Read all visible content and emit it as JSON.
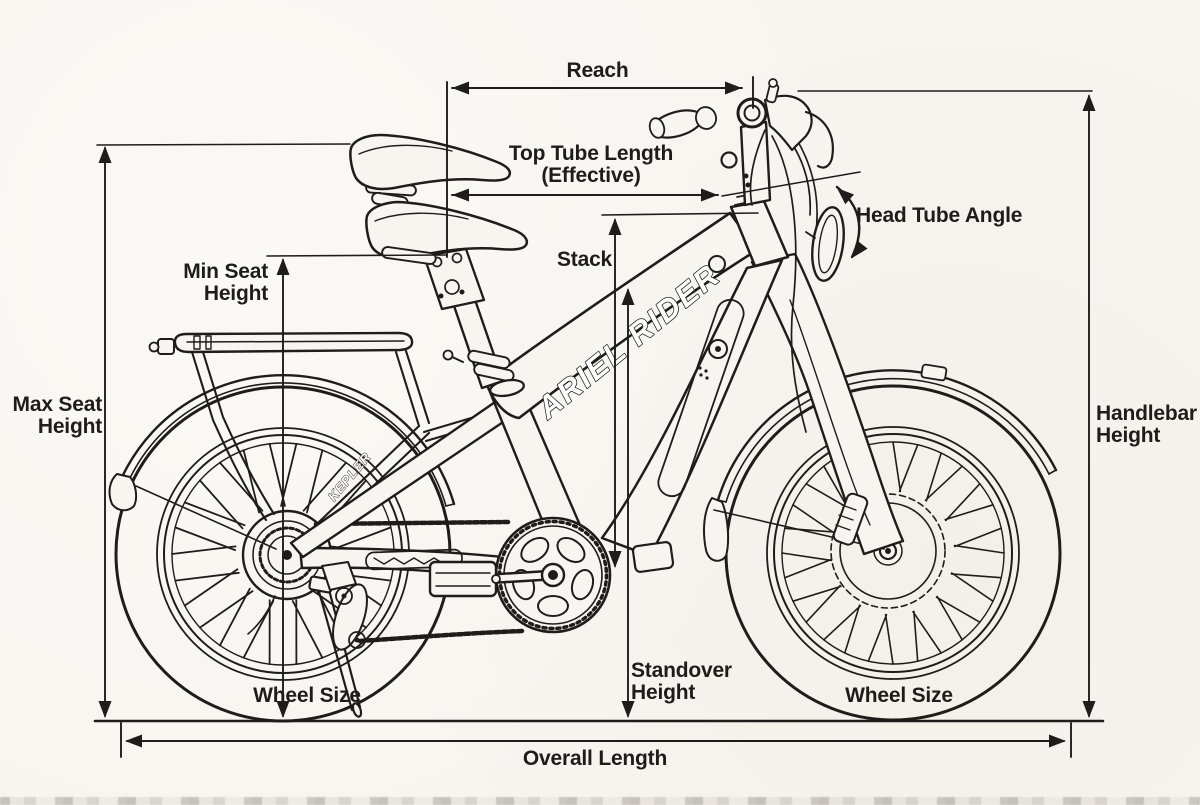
{
  "diagram": {
    "type": "bicycle-geometry-diagram",
    "frame_brand_text": "ARIEL RIDER",
    "seatstay_model_text": "KEPLER",
    "colors": {
      "ink": "#1f1d1b",
      "paper": "#f7f5f0"
    },
    "measurements": {
      "reach": "Reach",
      "top_tube_line1": "Top Tube Length",
      "top_tube_line2": "(Effective)",
      "head_tube_angle": "Head Tube Angle",
      "stack": "Stack",
      "min_seat_line1": "Min Seat",
      "min_seat_line2": "Height",
      "max_seat_line1": "Max Seat",
      "max_seat_line2": "Height",
      "handlebar_line1": "Handlebar",
      "handlebar_line2": "Height",
      "standover_line1": "Standover",
      "standover_line2": "Height",
      "wheel_size_rear": "Wheel Size",
      "wheel_size_front": "Wheel Size",
      "overall_length": "Overall Length"
    }
  }
}
